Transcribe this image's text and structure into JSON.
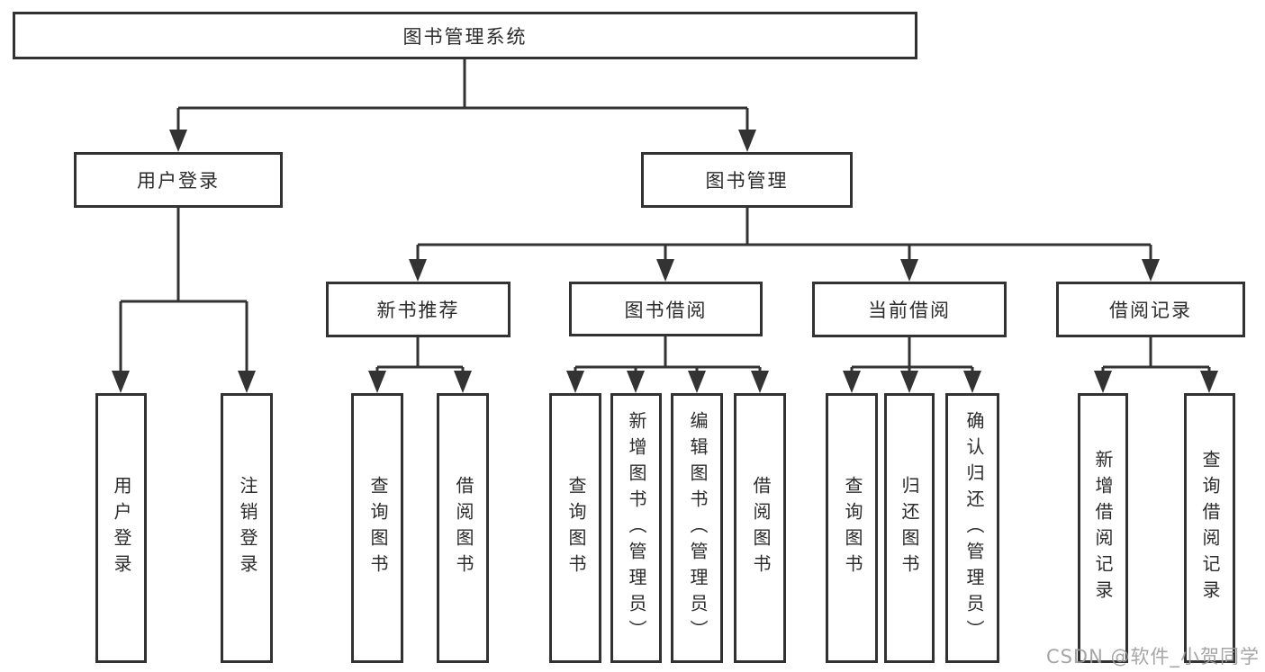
{
  "diagram_title": "图书管理系统",
  "watermark": {
    "text": "CSDN @软件_小贺同学"
  },
  "colors": {
    "line": "#333333",
    "border": "#323232",
    "text": "#2b2b2b",
    "watermark": "#9e9e9e",
    "background": "#ffffff"
  },
  "nodes": {
    "root": {
      "label": "图书管理系统",
      "parent": null
    },
    "user-login": {
      "label": "用户登录",
      "parent": "root"
    },
    "book-mgmt": {
      "label": "图书管理",
      "parent": "root"
    },
    "new-recommend": {
      "label": "新书推荐",
      "parent": "book-mgmt"
    },
    "book-borrow": {
      "label": "图书借阅",
      "parent": "book-mgmt"
    },
    "current-borrow": {
      "label": "当前借阅",
      "parent": "book-mgmt"
    },
    "borrow-records": {
      "label": "借阅记录",
      "parent": "book-mgmt"
    },
    "leaf-user-login": {
      "label": "用户登录",
      "parent": "user-login"
    },
    "leaf-logout": {
      "label": "注销登录",
      "parent": "user-login"
    },
    "leaf-query-book-1": {
      "label": "查询图书",
      "parent": "new-recommend"
    },
    "leaf-borrow-book-1": {
      "label": "借阅图书",
      "parent": "new-recommend"
    },
    "leaf-query-book-2": {
      "label": "查询图书",
      "parent": "book-borrow"
    },
    "leaf-add-book": {
      "label": "新增图书（管理员）",
      "parent": "book-borrow"
    },
    "leaf-edit-book": {
      "label": "编辑图书（管理员）",
      "parent": "book-borrow"
    },
    "leaf-borrow-book-2": {
      "label": "借阅图书",
      "parent": "book-borrow"
    },
    "leaf-query-book-3": {
      "label": "查询图书",
      "parent": "current-borrow"
    },
    "leaf-return-book": {
      "label": "归还图书",
      "parent": "current-borrow"
    },
    "leaf-confirm-return": {
      "label": "确认归还（管理员）",
      "parent": "current-borrow"
    },
    "leaf-add-record": {
      "label": "新增借阅记录",
      "parent": "borrow-records"
    },
    "leaf-query-record": {
      "label": "查询借阅记录",
      "parent": "borrow-records"
    }
  }
}
